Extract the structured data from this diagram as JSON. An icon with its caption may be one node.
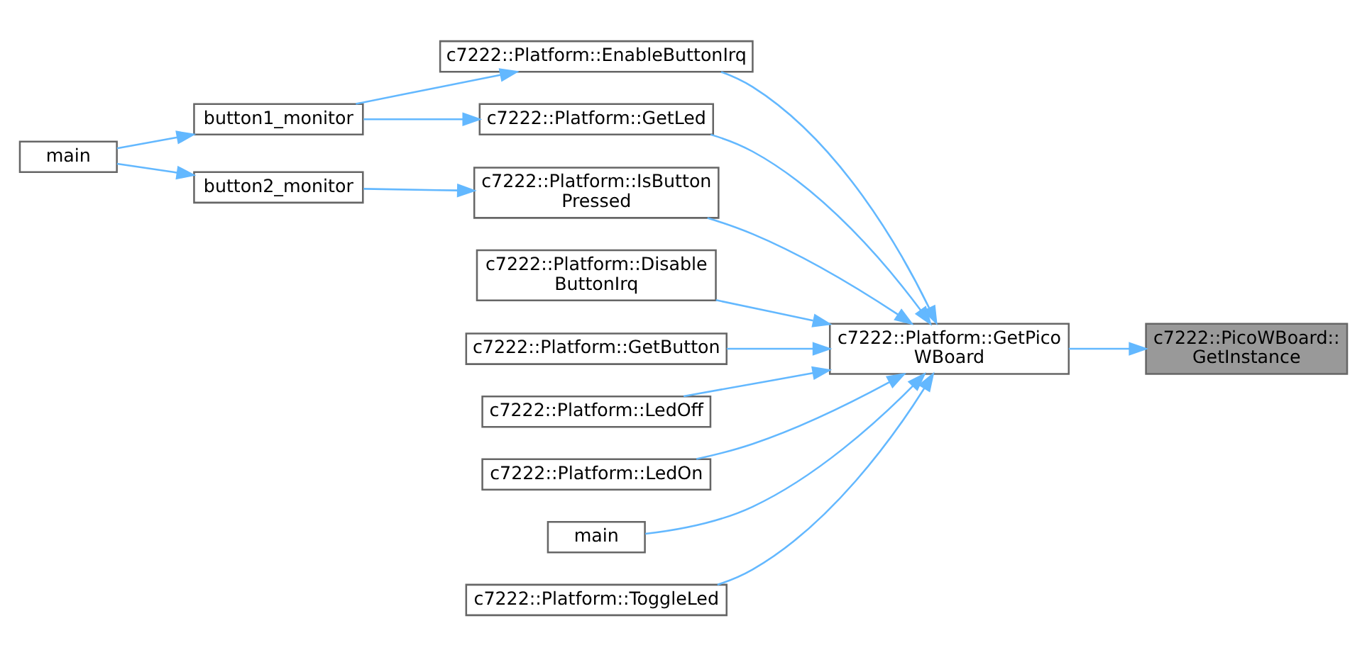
{
  "diagram": {
    "nodes": [
      {
        "text": [
          "main"
        ]
      },
      {
        "text": [
          "button1_monitor"
        ]
      },
      {
        "text": [
          "button2_monitor"
        ]
      },
      {
        "text": [
          "c7222::Platform::Disable ButtonIrq"
        ]
      },
      {
        "text": [
          "c7222::Platform::EnableButtonIrq"
        ]
      },
      {
        "text": [
          "c7222::Platform::GetButton"
        ]
      },
      {
        "text": [
          "c7222::Platform::GetLed"
        ]
      },
      {
        "text": [
          "c7222::Platform::IsButton Pressed"
        ]
      },
      {
        "text": [
          "c7222::Platform::LedOff"
        ]
      },
      {
        "text": [
          "c7222::Platform::LedOn"
        ]
      },
      {
        "text": [
          "main"
        ]
      },
      {
        "text": [
          "c7222::Platform::ToggleLed"
        ]
      },
      {
        "text": [
          "c7222::Platform::GetPico WBoard"
        ]
      },
      {
        "text": [
          "c7222::PicoWBoard:: GetInstance"
        ]
      }
    ],
    "edges": [
      {
        "from": 0,
        "to": 1,
        "arrow": "to"
      },
      {
        "from": 0,
        "to": 2,
        "arrow": "to"
      },
      {
        "from": 1,
        "to": 4,
        "arrow": "to"
      },
      {
        "from": 1,
        "to": 6,
        "arrow": "to"
      },
      {
        "from": 2,
        "to": 7,
        "arrow": "to"
      },
      {
        "from": 3,
        "to": 12,
        "arrow": "to"
      },
      {
        "from": 4,
        "to": 12,
        "arrow": "to"
      },
      {
        "from": 5,
        "to": 12,
        "arrow": "to"
      },
      {
        "from": 6,
        "to": 12,
        "arrow": "to"
      },
      {
        "from": 7,
        "to": 12,
        "arrow": "to"
      },
      {
        "from": 8,
        "to": 12,
        "arrow": "to"
      },
      {
        "from": 9,
        "to": 12,
        "arrow": "to"
      },
      {
        "from": 10,
        "to": 12,
        "arrow": "to"
      },
      {
        "from": 11,
        "to": 12,
        "arrow": "to"
      },
      {
        "from": 12,
        "to": 13,
        "arrow": "to"
      }
    ]
  }
}
